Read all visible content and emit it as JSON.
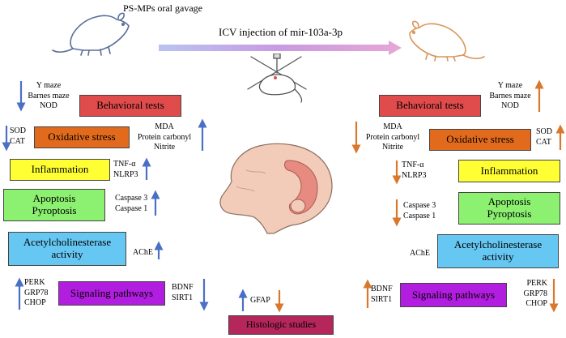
{
  "header": {
    "gavage_label": "PS-MPs oral gavage",
    "icv_label": "ICV injection of mir-103a-3p"
  },
  "colors": {
    "blue_arrow": "#4a6fc6",
    "orange_arrow": "#d9782d",
    "behavioral": "#e04b4b",
    "oxidative": "#e26a1c",
    "inflammation": "#ffff33",
    "apoptosis": "#8cf070",
    "ache": "#66c7f2",
    "signaling": "#b21ee0",
    "histologic": "#b5265a"
  },
  "boxes": {
    "behavioral": "Behavioral tests",
    "oxidative": "Oxidative stress",
    "inflammation": "Inflammation",
    "apoptosis_line1": "Apoptosis",
    "apoptosis_line2": "Pyroptosis",
    "ache_line1": "Acetylcholinesterase",
    "ache_line2": "activity",
    "signaling": "Signaling pathways",
    "histologic": "Histologic studies"
  },
  "left": {
    "behavioral": [
      "Y maze",
      "Barnes maze",
      "NOD"
    ],
    "oxidative_down": [
      "SOD",
      "CAT"
    ],
    "oxidative_up": [
      "MDA",
      "Protein carbonyl",
      "Nitrite"
    ],
    "inflammation": [
      "TNF-α",
      "NLRP3"
    ],
    "apoptosis": [
      "Caspase 3",
      "Caspase 1"
    ],
    "ache": [
      "AChE"
    ],
    "signaling_up": [
      "PERK",
      "GRP78",
      "CHOP"
    ],
    "signaling_down": [
      "BDNF",
      "SIRT1"
    ]
  },
  "right": {
    "behavioral": [
      "Y maze",
      "Barnes maze",
      "NOD"
    ],
    "oxidative_down": [
      "MDA",
      "Protein carbonyl",
      "Nitrite"
    ],
    "oxidative_up": [
      "SOD",
      "CAT"
    ],
    "inflammation": [
      "TNF-α",
      "NLRP3"
    ],
    "apoptosis": [
      "Caspase 3",
      "Caspase 1"
    ],
    "ache": [
      "AChE"
    ],
    "signaling_up": [
      "BDNF",
      "SIRT1"
    ],
    "signaling_down": [
      "PERK",
      "GRP78",
      "CHOP"
    ]
  },
  "center": {
    "gfap": "GFAP"
  }
}
